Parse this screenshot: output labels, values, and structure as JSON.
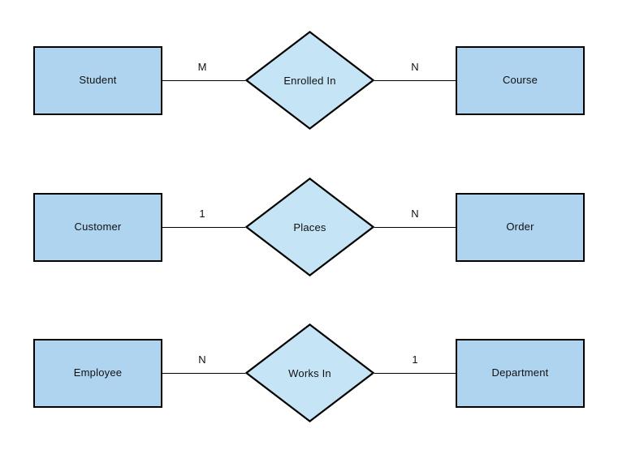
{
  "diagram": {
    "type": "entity-relationship-diagram",
    "background_color": "#ffffff",
    "entity_fill": "#aed4f0",
    "relationship_fill": "#c5e4f5",
    "stroke_color": "#000000",
    "rows": [
      {
        "left_entity": "Student",
        "left_cardinality": "M",
        "relationship": "Enrolled In",
        "right_cardinality": "N",
        "right_entity": "Course"
      },
      {
        "left_entity": "Customer",
        "left_cardinality": "1",
        "relationship": "Places",
        "right_cardinality": "N",
        "right_entity": "Order"
      },
      {
        "left_entity": "Employee",
        "left_cardinality": "N",
        "relationship": "Works In",
        "right_cardinality": "1",
        "right_entity": "Department"
      }
    ]
  }
}
